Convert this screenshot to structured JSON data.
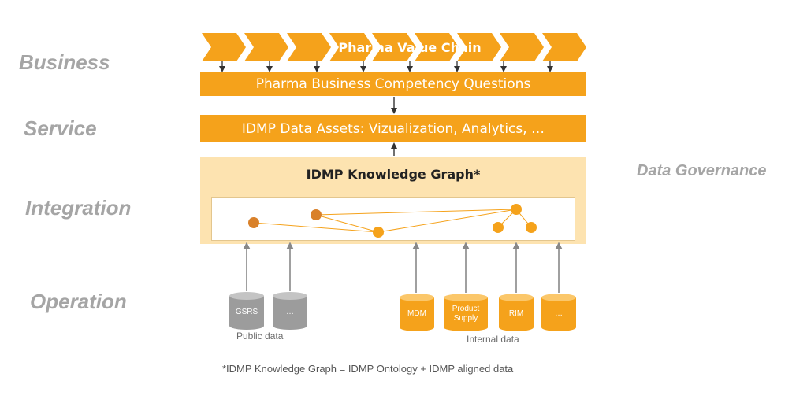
{
  "layers": {
    "business": "Business",
    "service": "Service",
    "integration": "Integration",
    "operation": "Operation"
  },
  "governance": "Data Governance",
  "value_chain": "Pharma Value Chain",
  "competency": "Pharma Business Competency Questions",
  "assets": "IDMP Data Assets: Vizualization, Analytics, …",
  "knowledge_graph": "IDMP Knowledge Graph*",
  "sources": {
    "public": [
      {
        "label": "GSRS"
      },
      {
        "label": "…"
      }
    ],
    "public_caption": "Public data",
    "internal": [
      {
        "label": "MDM"
      },
      {
        "label": "Product\nSupply"
      },
      {
        "label": "RIM"
      },
      {
        "label": "…"
      }
    ],
    "internal_caption": "Internal data"
  },
  "footnote": "*IDMP Knowledge Graph = IDMP Ontology + IDMP aligned data",
  "colors": {
    "accent": "#f5a21b",
    "kg_background": "#fde3b0",
    "node_brown": "#d9812a",
    "node_orange": "#f5a21b",
    "public_db": "#9c9c9c",
    "label_gray": "#a5a5a5"
  }
}
